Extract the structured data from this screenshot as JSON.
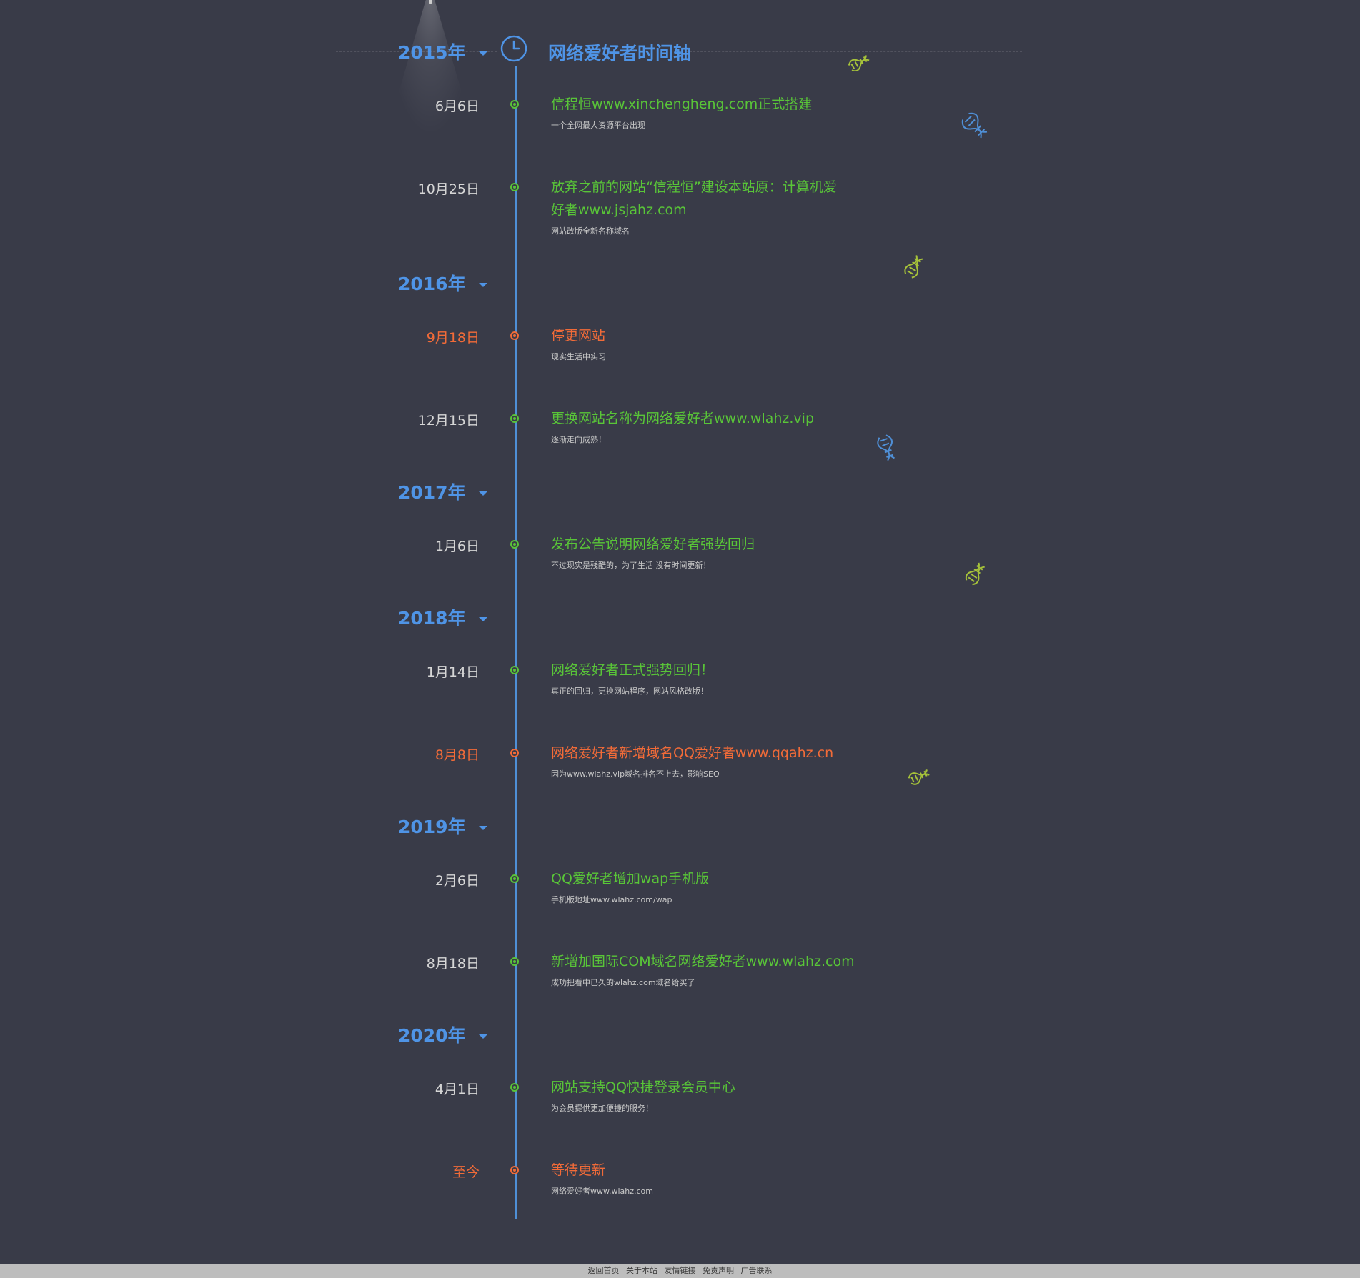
{
  "page": {
    "title": "网络爱好者时间轴",
    "clock_icon": "clock-icon",
    "colors": {
      "background": "#393b48",
      "accent_blue": "#4f94e6",
      "event_green": "#59c538",
      "event_orange": "#f26b38",
      "footer_bg": "#bdbdbd"
    }
  },
  "timeline": {
    "years": [
      "2015年",
      "2016年",
      "2017年",
      "2018年",
      "2019年",
      "2020年"
    ],
    "events": [
      {
        "date": "6月6日",
        "title": "信程恒www.xinchengheng.com正式搭建",
        "desc": "一个全网最大资源平台出现"
      },
      {
        "date": "10月25日",
        "title": "放弃之前的网站“信程恒”建设本站原：计算机爱好者www.jsjahz.com",
        "desc": "网站改版全新名称域名"
      },
      {
        "date": "9月18日",
        "title": "停更网站",
        "desc": "现实生活中实习"
      },
      {
        "date": "12月15日",
        "title": "更换网站名称为网络爱好者www.wlahz.vip",
        "desc": "逐渐走向成熟！"
      },
      {
        "date": "1月6日",
        "title": "发布公告说明网络爱好者强势回归",
        "desc": "不过现实是残酷的，为了生活 没有时间更新！"
      },
      {
        "date": "1月14日",
        "title": "网络爱好者正式强势回归！",
        "desc": "真正的回归，更换网站程序，网站风格改版！"
      },
      {
        "date": "8月8日",
        "title": "网络爱好者新增域名QQ爱好者www.qqahz.cn",
        "desc": "因为www.wlahz.vip域名排名不上去，影响SEO"
      },
      {
        "date": "2月6日",
        "title": "QQ爱好者增加wap手机版",
        "desc": "手机版地址www.wlahz.com/wap"
      },
      {
        "date": "8月18日",
        "title": "新增加国际COM域名网络爱好者www.wlahz.com",
        "desc": "成功把看中已久的wlahz.com域名给买了"
      },
      {
        "date": "4月1日",
        "title": "网站支持QQ快捷登录会员中心",
        "desc": "为会员提供更加便捷的服务！"
      },
      {
        "date": "至今",
        "title": "等待更新",
        "desc": "网络爱好者www.wlahz.com"
      }
    ]
  },
  "footer": {
    "links": [
      "返回首页",
      "关于本站",
      "友情链接",
      "免责声明",
      "广告联系"
    ]
  },
  "decorations": {
    "dna_icon": "dna-icon"
  }
}
